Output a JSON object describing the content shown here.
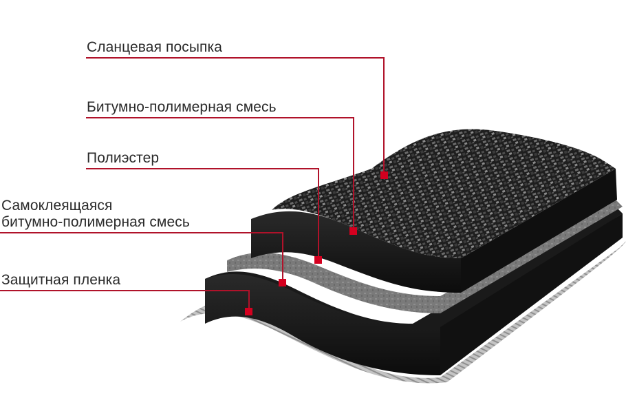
{
  "title": "Roofing membrane layer structure",
  "colors": {
    "leader_line": "#b0122a",
    "marker": "#d4001f",
    "text": "#2a2a2a",
    "background": "#ffffff",
    "bitumen": "#141414",
    "granules": "#4a4a4a",
    "polyester": "#7d7d7d",
    "film": "#b5b5b5"
  },
  "layers": [
    {
      "id": "slate",
      "label_lines": [
        "Сланцевая посыпка"
      ]
    },
    {
      "id": "bitumen",
      "label_lines": [
        "Битумно-полимерная смесь"
      ]
    },
    {
      "id": "polyester",
      "label_lines": [
        "Полиэстер"
      ]
    },
    {
      "id": "self_adhesive",
      "label_lines": [
        "Самоклеящаяся",
        "битумно-полимерная смесь"
      ]
    },
    {
      "id": "film",
      "label_lines": [
        "Защитная пленка"
      ]
    }
  ]
}
